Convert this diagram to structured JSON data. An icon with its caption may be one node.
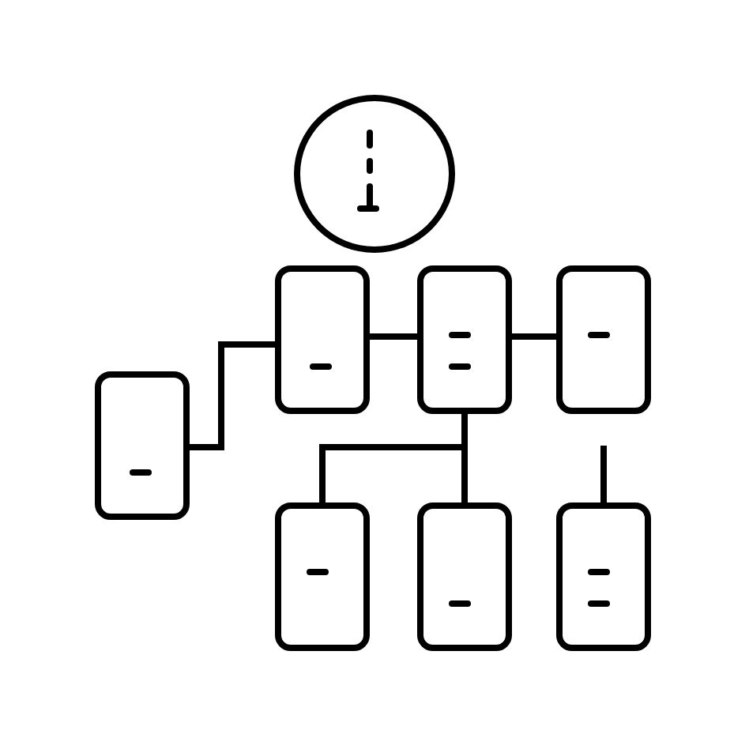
{
  "diagram": {
    "nodes": [
      {
        "text": [],
        "shape": "circle"
      },
      {
        "text": [],
        "shape": "box"
      },
      {
        "text": [],
        "shape": "box"
      },
      {
        "text": [],
        "shape": "box"
      },
      {
        "text": [],
        "shape": "box"
      },
      {
        "text": [],
        "shape": "box"
      },
      {
        "text": [],
        "shape": "box"
      },
      {
        "text": [],
        "shape": "box"
      }
    ],
    "edges": [
      {
        "from": 1,
        "to": 2,
        "arrow": "none"
      },
      {
        "from": 2,
        "to": 3,
        "arrow": "none"
      },
      {
        "from": 4,
        "to": 1,
        "arrow": "none"
      },
      {
        "from": 2,
        "to": 5,
        "arrow": "none"
      },
      {
        "from": 2,
        "to": 6,
        "arrow": "none"
      },
      {
        "from": null,
        "to": 7,
        "arrow": "none"
      }
    ]
  }
}
